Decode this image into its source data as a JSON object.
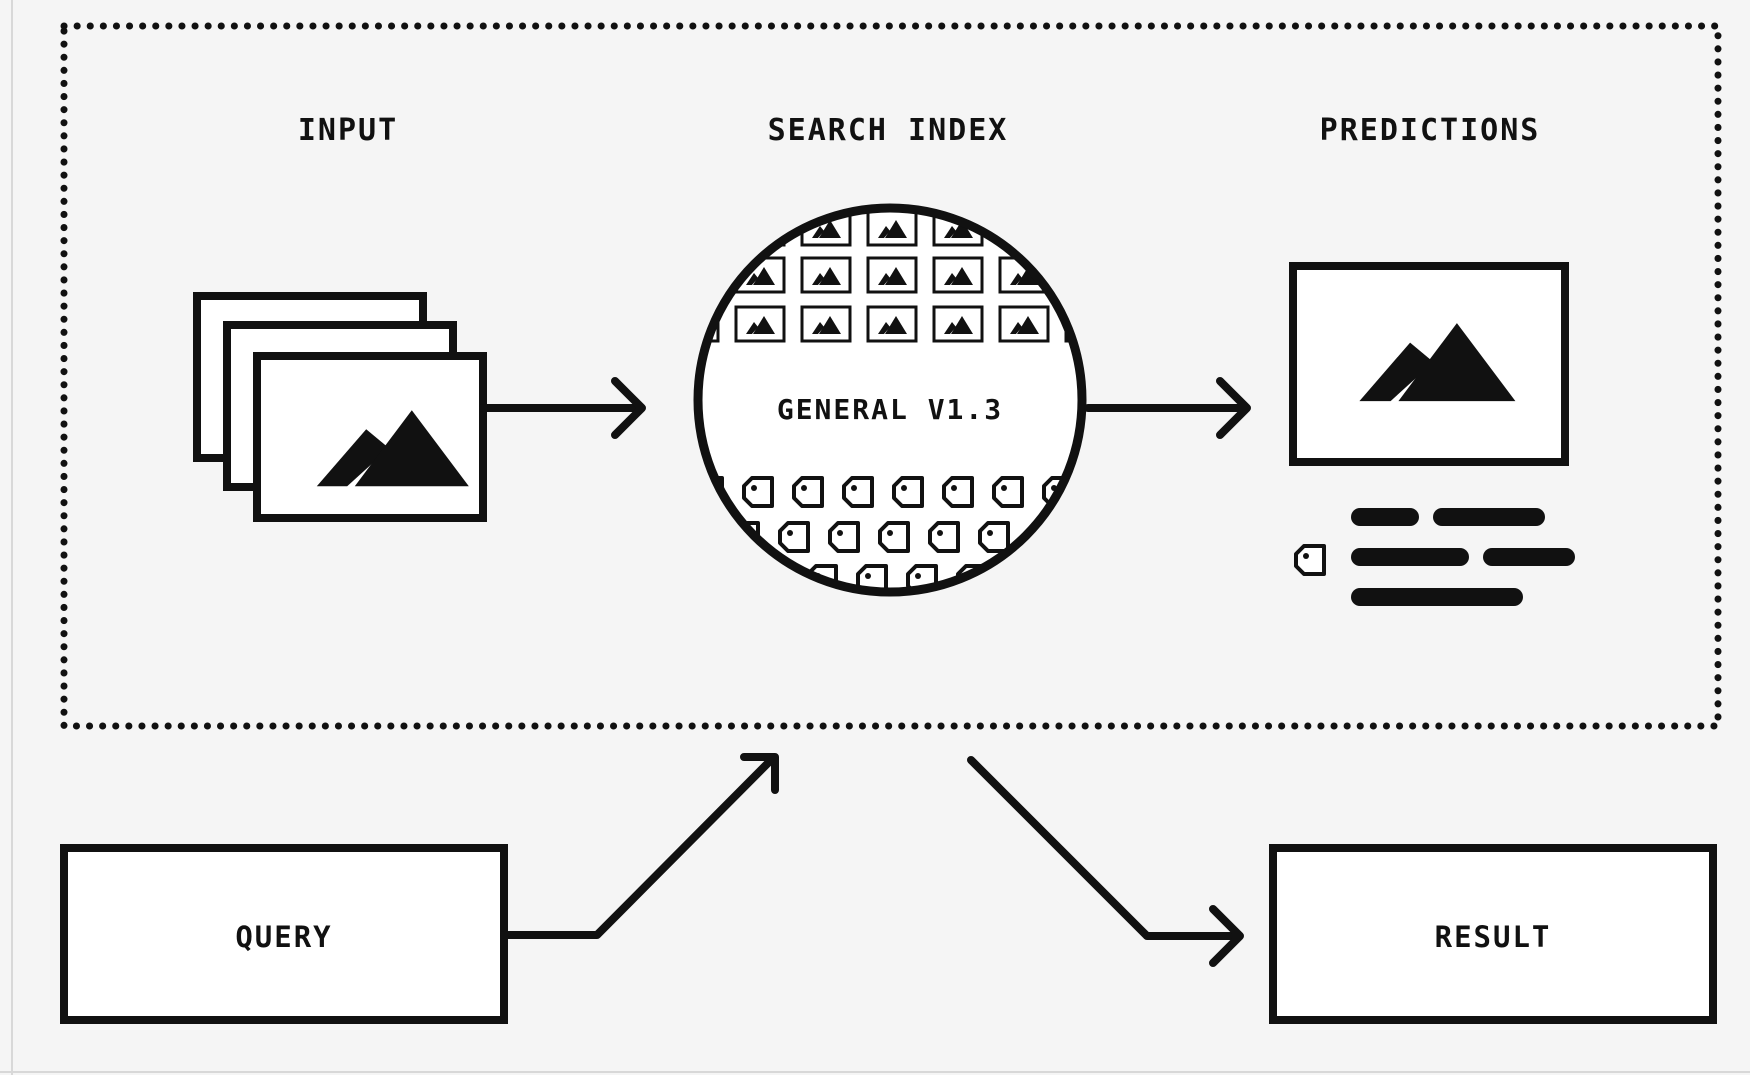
{
  "diagram": {
    "labels": {
      "input": "INPUT",
      "search_index": "SEARCH INDEX",
      "predictions": "PREDICTIONS",
      "model": "GENERAL V1.3",
      "query": "QUERY",
      "result": "RESULT"
    },
    "colors": {
      "ink": "#111111",
      "panel": "#f5f5f5",
      "box_fill": "#ffffff"
    }
  }
}
